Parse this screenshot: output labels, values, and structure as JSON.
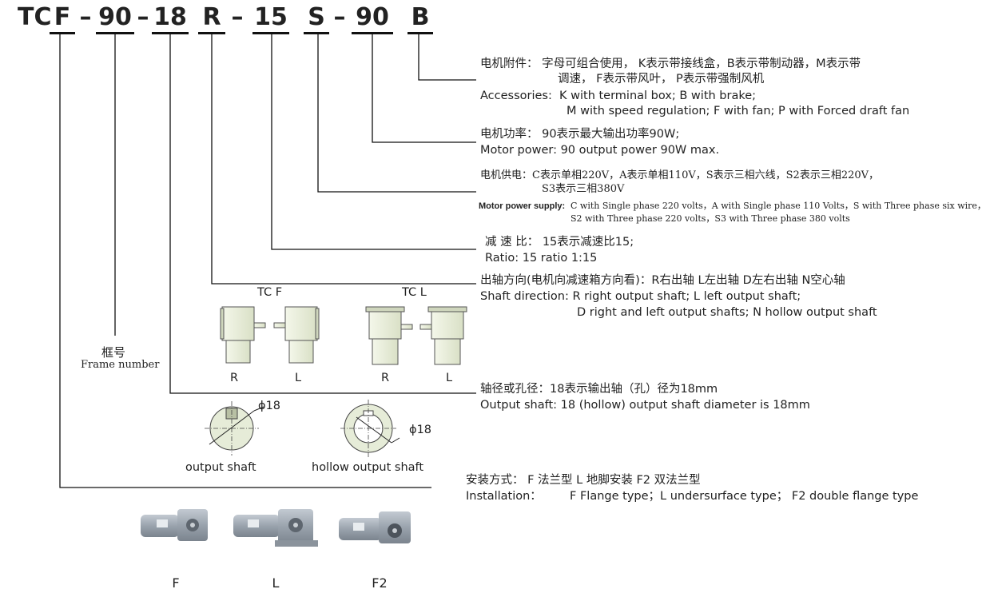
{
  "code": {
    "segments": [
      "TC",
      "F",
      "–",
      "90",
      "–",
      "18",
      "R",
      "–",
      "15",
      "S",
      "–",
      "90",
      "B"
    ]
  },
  "accessories": {
    "cn_line1": "电机附件：  字母可组合使用， K表示带接线盒，B表示带制动器，M表示带",
    "cn_line2": "调速， F表示带风叶，  P表示带强制风机",
    "en_label": "Accessories:",
    "en_line1": "K with terminal box;   B with brake;",
    "en_line2": "M with speed regulation;   F with fan;    P with  Forced draft fan"
  },
  "motor_power": {
    "cn": "电机功率：   90表示最大输出功率90W;",
    "en": "Motor power:    90 output power 90W max."
  },
  "power_supply": {
    "cn_line1": "电机供电：C表示单相220V，A表示单相110V，S表示三相六线，S2表示三相220V，",
    "cn_line2": "S3表示三相380V",
    "en_label": "Motor power supply:",
    "en_line1": "C with Single phase 220 volts，A with Single phase 110 Volts，S with Three phase six wire，",
    "en_line2": "S2 with  Three phase 220 volts，S3 with Three phase 380 volts"
  },
  "ratio": {
    "cn": "减 速 比：  15表示减速比15;",
    "en": "Ratio:          15 ratio 1:15"
  },
  "shaft_direction": {
    "cn": "出轴方向(电机向减速箱方向看)：R右出轴  L左出轴  D左右出轴  N空心轴",
    "en_line1": "Shaft direction: R right output shaft;     L left output shaft;",
    "en_line2": "D right and left output shafts;    N hollow output shaft"
  },
  "tc_f": {
    "title": "TC F",
    "left": "R",
    "right": "L"
  },
  "tc_l": {
    "title": "TC L",
    "left": "R",
    "right": "L"
  },
  "frame": {
    "cn": "框号",
    "en": "Frame number"
  },
  "output_shaft": {
    "cn": "轴径或孔径：18表示输出轴（孔）径为18mm",
    "en": "Output shaft:    18 (hollow) output shaft diameter is 18mm"
  },
  "shaft_figs": {
    "solid_dim": "ϕ18",
    "solid_label": "output shaft",
    "hollow_dim": "ϕ18",
    "hollow_label": "hollow output shaft"
  },
  "installation": {
    "cn": "安装方式：    F 法兰型  L 地脚安装  F2 双法兰型",
    "en_label": "Installation：",
    "en": "F Flange type；L undersurface type；  F2 double flange type"
  },
  "mount_types": [
    "F",
    "L",
    "F2"
  ],
  "colors": {
    "line": "#111111",
    "motor_body": "#9aa3ad",
    "motor_light": "#e6ecd8"
  }
}
